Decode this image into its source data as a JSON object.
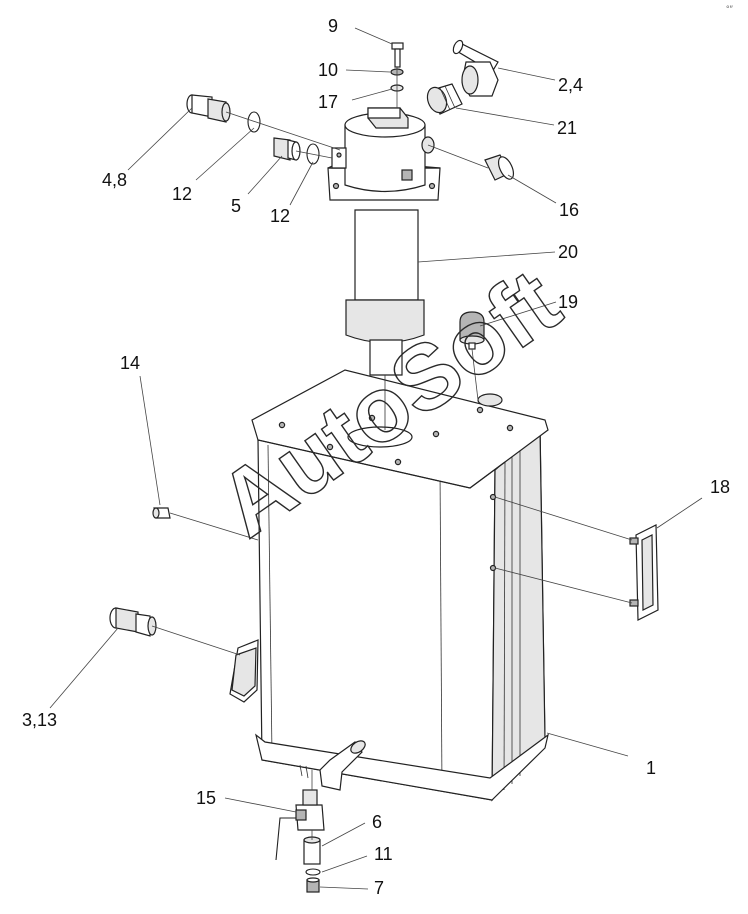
{
  "watermark": "AutoSoft",
  "corner_mark": "°″",
  "callouts": {
    "c1": "1",
    "c2_4": "2,4",
    "c3_13": "3,13",
    "c4_8": "4,8",
    "c5": "5",
    "c6": "6",
    "c7": "7",
    "c9": "9",
    "c10": "10",
    "c11": "11",
    "c12a": "12",
    "c12b": "12",
    "c14": "14",
    "c15": "15",
    "c16": "16",
    "c17": "17",
    "c18": "18",
    "c19": "19",
    "c20": "20",
    "c21": "21"
  }
}
